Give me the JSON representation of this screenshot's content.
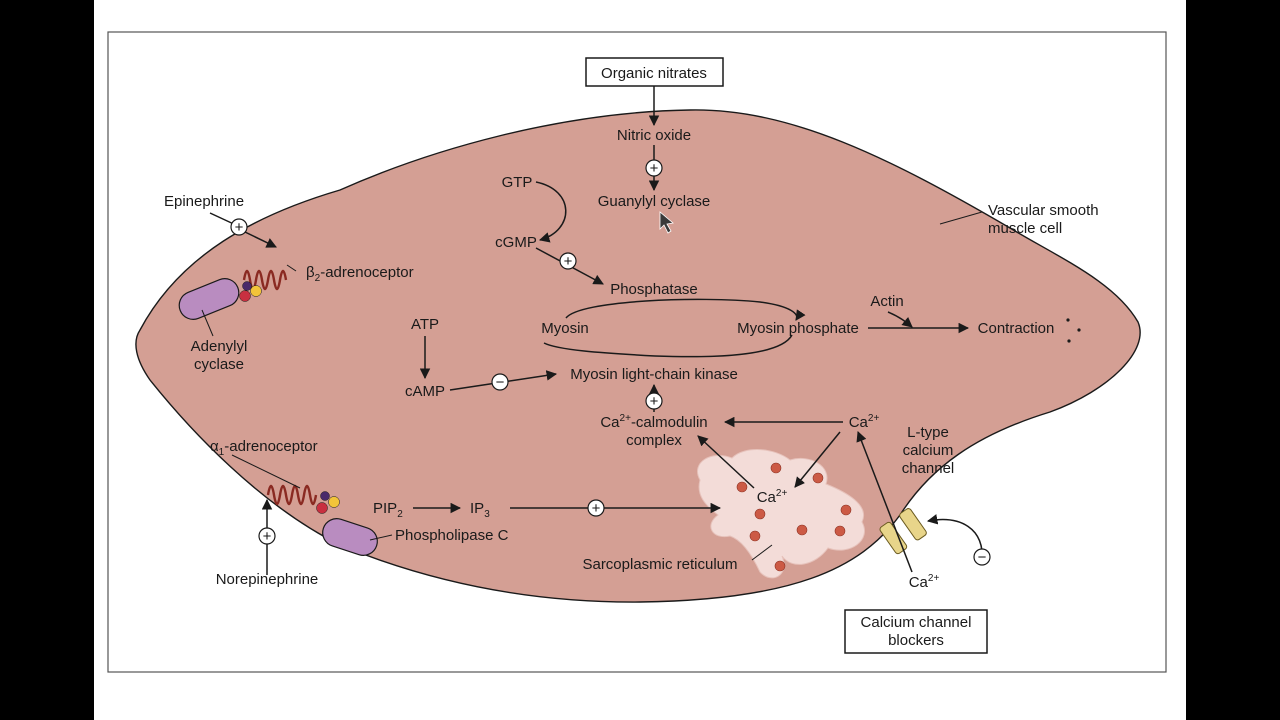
{
  "colors": {
    "cell_fill": "#d49f94",
    "cell_stroke": "#1a1a1a",
    "sr_fill": "#f3dcd8",
    "ca_dot": "#cc5a45",
    "protein_purple": "#b98cc0",
    "receptor_coil": "#8a2a22",
    "channel_yellow": "#e8d58a"
  },
  "labels": {
    "organic_nitrates": "Organic nitrates",
    "nitric_oxide": "Nitric oxide",
    "guanylyl_cyclase": "Guanylyl cyclase",
    "gtp": "GTP",
    "cgmp": "cGMP",
    "phosphatase": "Phosphatase",
    "myosin": "Myosin",
    "myosin_phosphate": "Myosin phosphate",
    "actin": "Actin",
    "contraction": "Contraction",
    "atp": "ATP",
    "camp": "cAMP",
    "mlck": "Myosin light-chain kinase",
    "ca_calmodulin_a": "-calmodulin",
    "ca_calmodulin_b": "complex",
    "ca": "Ca",
    "ca_charge": "2+",
    "epinephrine": "Epinephrine",
    "beta": "β",
    "beta_sub": "2",
    "beta_rest": "-adrenoceptor",
    "adenylyl_a": "Adenylyl",
    "adenylyl_b": "cyclase",
    "alpha": "α",
    "alpha_sub": "1",
    "alpha_rest": "-adrenoceptor",
    "pip": "PIP",
    "pip_sub": "2",
    "ip": "IP",
    "ip_sub": "3",
    "phospholipase_c": "Phospholipase C",
    "sarcoplasmic_reticulum": "Sarcoplasmic reticulum",
    "norepinephrine": "Norepinephrine",
    "vascular_a": "Vascular smooth",
    "vascular_b": "muscle cell",
    "ltype_a": "L-type",
    "ltype_b": "calcium",
    "ltype_c": "channel",
    "ccb_a": "Calcium channel",
    "ccb_b": "blockers",
    "plus": "+",
    "minus": "−"
  }
}
